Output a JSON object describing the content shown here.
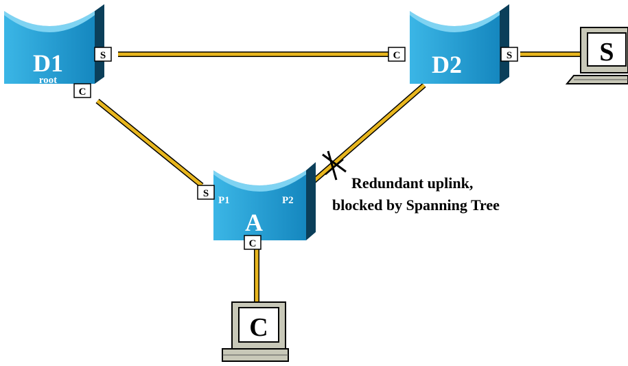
{
  "colors": {
    "link": "#e8b61e",
    "switch_body": "#1a98cf",
    "switch_side": "#0b3f5a",
    "switch_top": "#7fd3f2",
    "port_box": "#ffffff",
    "terminal_body": "#c8c8b8",
    "terminal_screen": "#ffffff"
  },
  "switches": {
    "d1": {
      "name": "D1",
      "sublabel": "root"
    },
    "d2": {
      "name": "D2"
    },
    "a": {
      "name": "A",
      "port1": "P1",
      "port2": "P2"
    }
  },
  "ports": {
    "d1_east": "S",
    "d1_south": "C",
    "d2_west": "C",
    "d2_east": "S",
    "a_west": "S",
    "a_south": "C"
  },
  "hosts": {
    "server": {
      "label": "S"
    },
    "client": {
      "label": "C"
    }
  },
  "annotation": {
    "line1": "Redundant uplink,",
    "line2": "blocked by Spanning Tree"
  },
  "icons": {
    "block_marker": "x-mark-icon",
    "switch": "switch-icon",
    "host": "computer-icon"
  }
}
